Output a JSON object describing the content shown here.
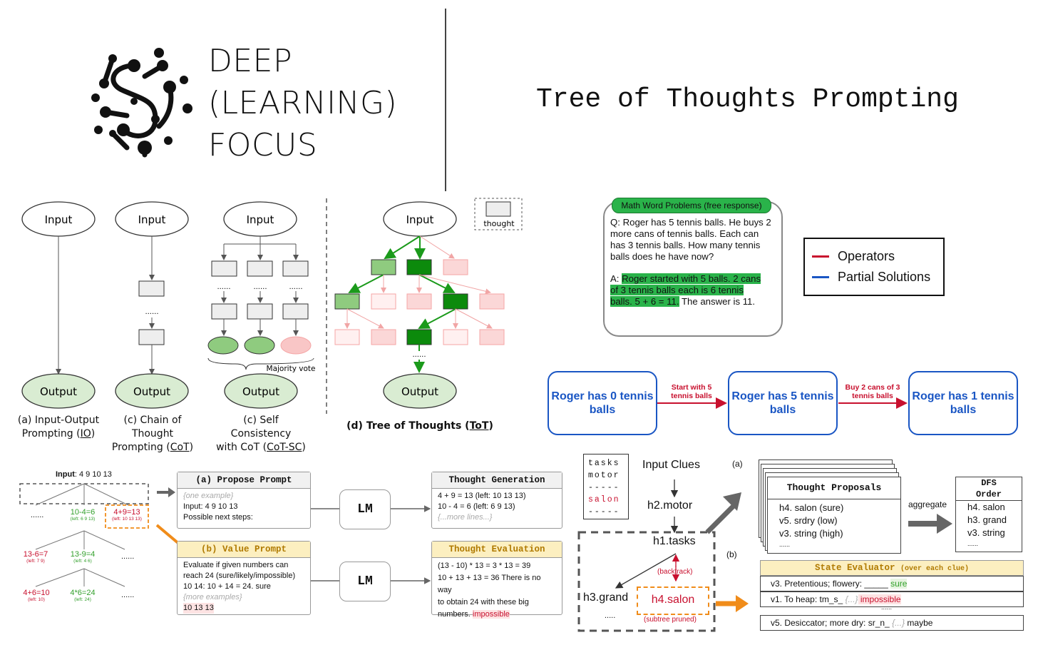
{
  "brand": {
    "line1": "DEEP",
    "line2": "(LEARNING)",
    "line3": "FOCUS"
  },
  "title": "Tree of Thoughts Prompting",
  "diagram_a": {
    "input": "Input",
    "output": "Output",
    "dots": "......",
    "majority_vote": "Majority vote",
    "thought_legend": "thought",
    "cap_io_1": "(a) Input-Output",
    "cap_io_2": "Prompting (",
    "cap_io_abbr": "IO",
    "cap_cot_1": "(c) Chain of Thought",
    "cap_cot_2": "Prompting (",
    "cap_cot_abbr": "CoT",
    "cap_sc_1": "(c) Self Consistency",
    "cap_sc_2": "with CoT (",
    "cap_sc_abbr": "CoT-SC",
    "cap_tot": "(d) Tree of Thoughts (",
    "cap_tot_abbr": "ToT",
    "close_paren": ")"
  },
  "mwp": {
    "tag": "Math Word Problems (free response)",
    "q": "Q: Roger has 5 tennis balls. He buys 2 more cans of tennis balls. Each can has 3 tennis balls. How many tennis balls does he have now?",
    "a_prefix": "A: ",
    "a_hl1": "Roger started with 5 balls. 2 cans",
    "a_hl2": "of 3 tennis balls each is 6 tennis",
    "a_hl3": "balls. 5 + 6 = 11.",
    "a_rest": " The answer is 11."
  },
  "legend": {
    "operators": "Operators",
    "partial": "Partial Solutions",
    "operators_color": "#c8102e",
    "partial_color": "#1a56c4"
  },
  "states": [
    {
      "label": "Roger has 0 tennis balls"
    },
    {
      "label": "Roger has 5 tennis balls"
    },
    {
      "label": "Roger has 1 tennis balls"
    }
  ],
  "ops": [
    {
      "label": "Start with 5 tennis balls"
    },
    {
      "label": "Buy 2 cans of 3 tennis balls"
    }
  ],
  "game24": {
    "input_label": "Input",
    "input_value": ": 4 9 10 13",
    "dots": "......",
    "n1": "10-4=6",
    "n1s": "(left: 6 9 13)",
    "n2": "4+9=13",
    "n2s": "(left: 10 13 13)",
    "n3": "13-6=7",
    "n3s": "(left: 7 9)",
    "n4": "13-9=4",
    "n4s": "(left: 4 6)",
    "n5": "4+6=10",
    "n5s": "(left: 10)",
    "n6": "4*6=24",
    "n6s": "(left: 24)",
    "propose_head": "(a) Propose Prompt",
    "propose_l1": "{one example}",
    "propose_l2": "Input: 4 9 10 13",
    "propose_l3": "Possible next steps:",
    "value_head": "(b) Value Prompt",
    "value_l1": "Evaluate if given numbers can",
    "value_l2": "reach 24 (sure/likely/impossible)",
    "value_l3": "10 14: 10 + 14 = 24. sure",
    "value_l4": "{more examples}",
    "value_l5": "10 13 13",
    "lm": "LM",
    "tg_head": "Thought Generation",
    "tg_l1": "4 + 9 = 13 (left: 10 13 13)",
    "tg_l2": "10 - 4 = 6 (left: 6 9 13)",
    "tg_l3": "{...more lines...}",
    "te_head": "Thought Evaluation",
    "te_l1": "(13 - 10) * 13 = 3 * 13 = 39",
    "te_l2": "10 + 13 + 13 = 36 There is no way",
    "te_l3": "to obtain 24 with these big",
    "te_l4": "numbers. ",
    "te_l4b": "impossible"
  },
  "crossword": {
    "grid_r1": "tasks",
    "grid_r2": "motor",
    "grid_r3": "-----",
    "grid_r4": "salon",
    "grid_r5": "-----",
    "input_clues": "Input Clues",
    "h2": "h2.motor",
    "h1": "h1.tasks",
    "h3": "h3.grand",
    "h4": "h4.salon",
    "backtrack": "(backtrack)",
    "pruned": "(subtree pruned)",
    "dots": ".....",
    "a": "(a)",
    "b": "(b)",
    "tp_head": "Thought Proposals",
    "tp1": "h4. salon (sure)",
    "tp2": "v5. srdry (low)",
    "tp3": "v3. string (high)",
    "tp4": "......",
    "aggregate": "aggregate",
    "dfs_head1": "DFS",
    "dfs_head2": "Order",
    "dfs1": "h4. salon",
    "dfs2": "h3. grand",
    "dfs3": "v3. string",
    "dfs4": "......",
    "se_head": "State Evaluator",
    "se_sub": "(over each clue)",
    "se1a": "v3. Pretentious; flowery: _____ ",
    "se1b": "sure",
    "se2a": "v1. To heap: tm_s_ ",
    "se2m": "{...}",
    "se2b": " impossible",
    "se_dots": "......",
    "se3a": "v5. Desiccator; more dry: sr_n_ ",
    "se3m": "{...}",
    "se3b": " maybe"
  }
}
